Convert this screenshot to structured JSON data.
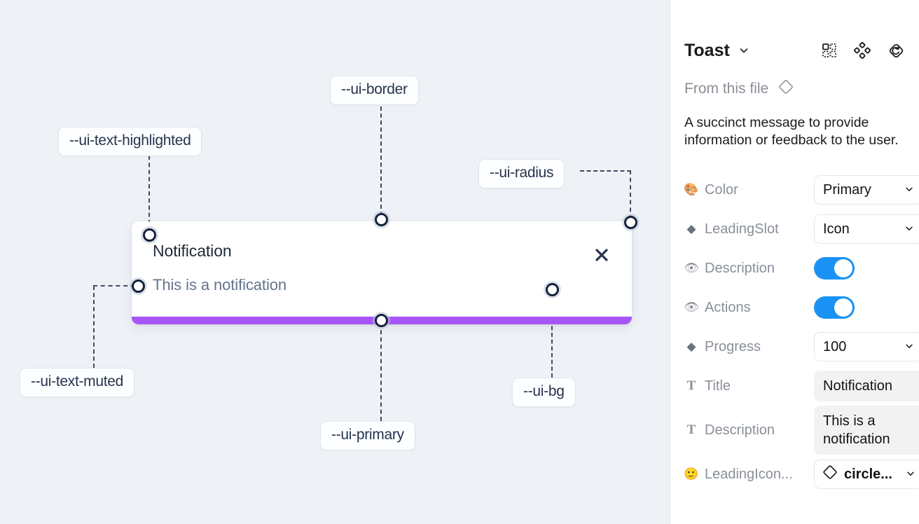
{
  "canvas": {
    "background_color": "#eef2f7",
    "toast": {
      "title": "Notification",
      "description": "This is a notification",
      "close_icon": "close-x-icon",
      "progress_color": "#a855f7",
      "progress_value": 100
    },
    "tokens": [
      {
        "name": "--ui-text-highlighted"
      },
      {
        "name": "--ui-border"
      },
      {
        "name": "--ui-radius"
      },
      {
        "name": "--ui-text-muted"
      },
      {
        "name": "--ui-primary"
      },
      {
        "name": "--ui-bg"
      }
    ]
  },
  "panel": {
    "title": "Toast",
    "title_chevron_icon": "chevron-down-icon",
    "header_icons": [
      {
        "icon": "component-grid-icon"
      },
      {
        "icon": "four-dot-diamond-icon"
      },
      {
        "icon": "reset-diamond-icon"
      }
    ],
    "from_file": {
      "label": "From this file",
      "icon": "diamond-outline-icon"
    },
    "description": "A succinct message to provide information or feedback to the user.",
    "properties": [
      {
        "icon": "palette-emoji",
        "glyph": "🎨",
        "label": "Color",
        "control": "select",
        "value": "Primary"
      },
      {
        "icon": "diamond-filled-icon",
        "glyph": "◆",
        "label": "LeadingSlot",
        "control": "select",
        "value": "Icon"
      },
      {
        "icon": "eye-emoji",
        "glyph": "👁",
        "label": "Description",
        "control": "toggle",
        "value": "on"
      },
      {
        "icon": "eye-emoji",
        "glyph": "👁",
        "label": "Actions",
        "control": "toggle",
        "value": "on"
      },
      {
        "icon": "diamond-filled-icon",
        "glyph": "◆",
        "label": "Progress",
        "control": "select",
        "value": "100"
      },
      {
        "icon": "text-type-icon",
        "glyph": "T",
        "label": "Title",
        "control": "text",
        "value": "Notification"
      },
      {
        "icon": "text-type-icon",
        "glyph": "T",
        "label": "Description",
        "control": "text",
        "value": "This is a notification"
      },
      {
        "icon": "smiley-emoji",
        "glyph": "🙂",
        "label": "LeadingIcon...",
        "control": "select-icon",
        "value": "circle..."
      }
    ],
    "toggle_on_color": "#1a92f5"
  }
}
